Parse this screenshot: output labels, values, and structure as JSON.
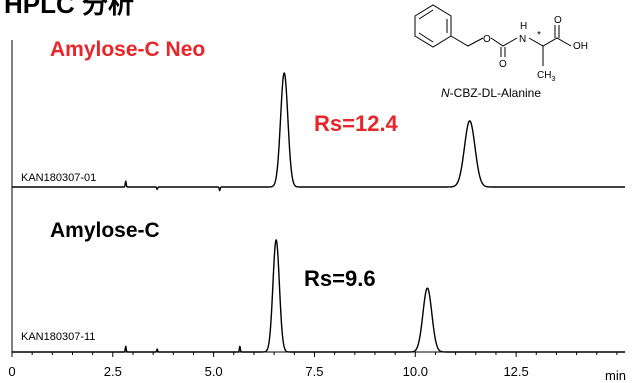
{
  "page": {
    "title": "HPLC 分析"
  },
  "compound": {
    "name_italic": "N",
    "name_rest": "-CBZ-DL-Alanine",
    "atoms": {
      "o1": "O",
      "o2": "O",
      "o3": "O",
      "oh": "OH",
      "n": "N",
      "h": "H",
      "ch3": "CH",
      "ch3_sub": "3",
      "star": "*"
    }
  },
  "chart_data": {
    "type": "line",
    "x_unit_label": "min",
    "xlim": [
      0,
      15.2
    ],
    "x_ticks": [
      0,
      2.5,
      5.0,
      7.5,
      10.0,
      12.5
    ],
    "x_tick_labels": [
      "0",
      "2.5",
      "5.0",
      "7.5",
      "10.0",
      "12.5"
    ],
    "series": [
      {
        "name": "Amylose-C Neo",
        "sample_id": "KAN180307-01",
        "color": "#e8262a",
        "resolution_label": "Rs=12.4",
        "peaks": [
          {
            "rt": 6.75,
            "height": 1.0,
            "width": 0.09
          },
          {
            "rt": 11.35,
            "height": 0.58,
            "width": 0.13
          }
        ],
        "artifacts": [
          {
            "rt": 2.82,
            "amp": 0.05
          },
          {
            "rt": 3.6,
            "amp": -0.02
          },
          {
            "rt": 5.15,
            "amp": -0.03
          }
        ]
      },
      {
        "name": "Amylose-C",
        "sample_id": "KAN180307-11",
        "color": "#000000",
        "resolution_label": "Rs=9.6",
        "peaks": [
          {
            "rt": 6.55,
            "height": 1.0,
            "width": 0.08
          },
          {
            "rt": 10.3,
            "height": 0.57,
            "width": 0.11
          }
        ],
        "artifacts": [
          {
            "rt": 2.82,
            "amp": 0.05
          },
          {
            "rt": 3.6,
            "amp": 0.025
          },
          {
            "rt": 5.65,
            "amp": 0.05
          }
        ]
      }
    ]
  }
}
